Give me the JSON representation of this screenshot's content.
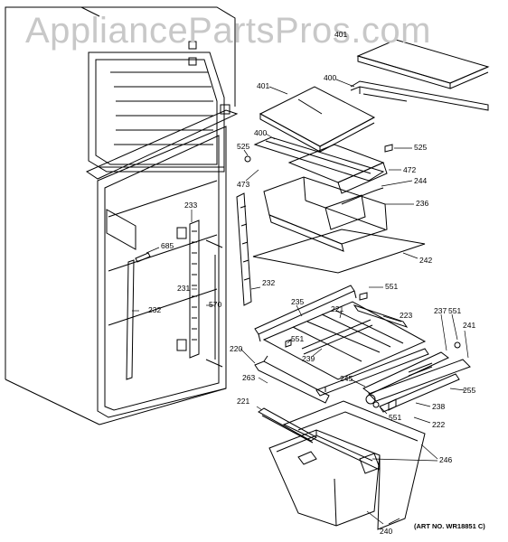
{
  "watermark": "AppliancePartsPros.com",
  "art_number": "(ART NO. WR18851 C)",
  "callouts": {
    "c401a": "401",
    "c401b": "401",
    "c400a": "400",
    "c400b": "400",
    "c525a": "525",
    "c525b": "525",
    "c472": "472",
    "c473": "473",
    "c244": "244",
    "c236": "236",
    "c242": "242",
    "c233": "233",
    "c685": "685",
    "c231": "231",
    "c570": "570",
    "c232a": "232",
    "c232b": "232",
    "c551a": "551",
    "c551b": "551",
    "c551c": "551",
    "c551d": "551",
    "c235": "235",
    "c221a": "221",
    "c221b": "221",
    "c223": "223",
    "c237": "237",
    "c241": "241",
    "c239": "239",
    "c220": "220",
    "c263": "263",
    "c245": "245",
    "c255": "255",
    "c238": "238",
    "c222": "222",
    "c246": "246",
    "c240": "240"
  }
}
